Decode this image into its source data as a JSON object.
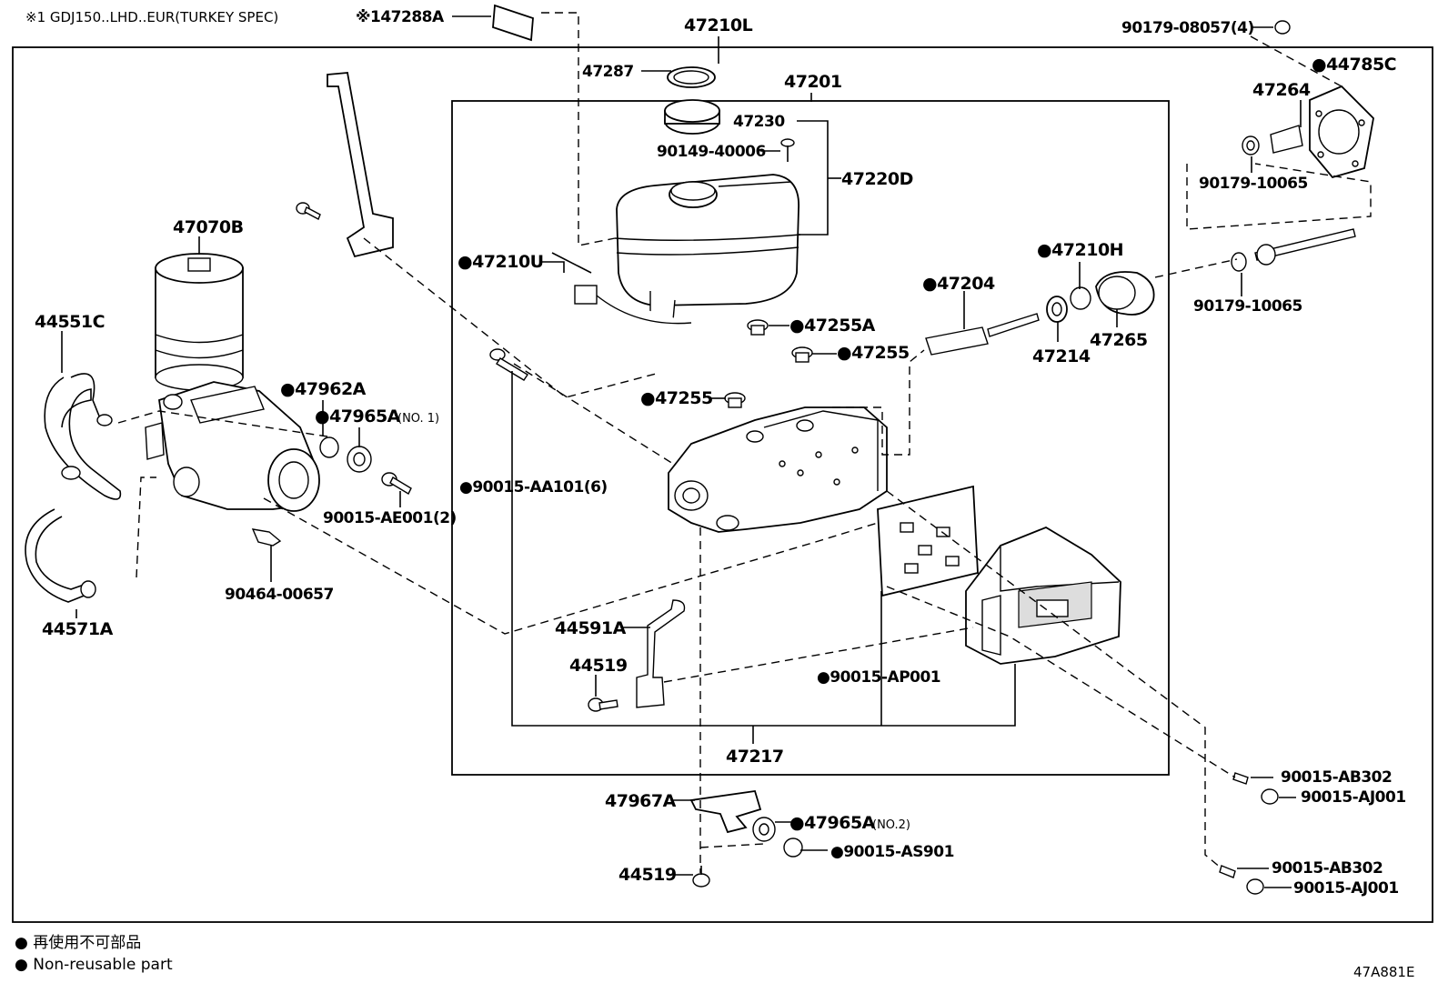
{
  "header": {
    "spec_note": "※1 GDJ150..LHD..EUR(TURKEY SPEC)",
    "spec_ref_part": "※147288A"
  },
  "parts": {
    "p47210L": "47210L",
    "p47287": "47287",
    "p47201": "47201",
    "p47230": "47230",
    "p90149": "90149-40006",
    "p47220D": "47220D",
    "p47210U": "●47210U",
    "p47070B": "47070B",
    "p44551C": "44551C",
    "p47962A": "●47962A",
    "p47965A1": "●47965A",
    "p47965A1_note": "(NO. 1)",
    "p90015AE": "90015-AE001(2)",
    "p90464": "90464-00657",
    "p44571A": "44571A",
    "p47255A": "●47255A",
    "p47255a": "●47255",
    "p47255b": "●47255",
    "p47204": "●47204",
    "p47210H": "●47210H",
    "p47214": "47214",
    "p47265": "47265",
    "p90015AA": "●90015-AA101(6)",
    "p44591A": "44591A",
    "p44519a": "44519",
    "p90015AP": "●90015-AP001",
    "p47217": "47217",
    "p47967A": "47967A",
    "p47965A2": "●47965A",
    "p47965A2_note": "(NO.2)",
    "p90015AS": "●90015-AS901",
    "p44519b": "44519",
    "p90179_08057": "90179-08057(4)",
    "p44785C": "●44785C",
    "p47264": "47264",
    "p90179_10065a": "90179-10065",
    "p90179_10065b": "90179-10065",
    "p90015AB302a": "90015-AB302",
    "p90015AJ001a": "90015-AJ001",
    "p90015AB302b": "90015-AB302",
    "p90015AJ001b": "90015-AJ001"
  },
  "legend": {
    "line1": "● 再使用不可部品",
    "line2": "● Non-reusable part"
  },
  "diagram_id": "47A881E"
}
